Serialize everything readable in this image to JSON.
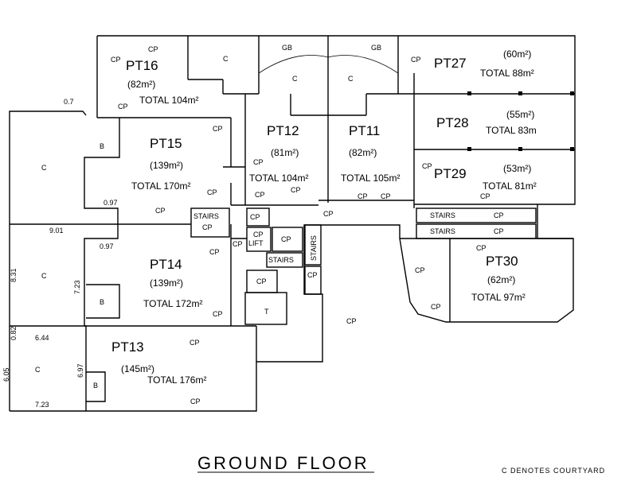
{
  "title": "GROUND FLOOR",
  "legend": "C DENOTES COURTYARD",
  "units": [
    {
      "id": "pt16",
      "name": "PT16",
      "area": "(82m²)",
      "total": "TOTAL 104m²"
    },
    {
      "id": "pt15",
      "name": "PT15",
      "area": "(139m²)",
      "total": "TOTAL 170m²"
    },
    {
      "id": "pt14",
      "name": "PT14",
      "area": "(139m²)",
      "total": "TOTAL 172m²"
    },
    {
      "id": "pt13",
      "name": "PT13",
      "area": "(145m²)",
      "total": "TOTAL 176m²"
    },
    {
      "id": "pt12",
      "name": "PT12",
      "area": "(81m²)",
      "total": "TOTAL 104m²"
    },
    {
      "id": "pt11",
      "name": "PT11",
      "area": "(82m²)",
      "total": "TOTAL 105m²"
    },
    {
      "id": "pt27",
      "name": "PT27",
      "area": "(60m²)",
      "total": "TOTAL 88m²"
    },
    {
      "id": "pt28",
      "name": "PT28",
      "area": "(55m²)",
      "total": "TOTAL 83m"
    },
    {
      "id": "pt29",
      "name": "PT29",
      "area": "(53m²)",
      "total": "TOTAL 81m²"
    },
    {
      "id": "pt30",
      "name": "PT30",
      "area": "(62m²)",
      "total": "TOTAL 97m²"
    }
  ],
  "labels": {
    "cp": "CP",
    "c": "C",
    "b": "B",
    "gb": "GB",
    "t": "T",
    "stairs": "STAIRS",
    "lift": "LIFT"
  },
  "dims": [
    "0.7",
    "0.97",
    "9.01",
    "0.97",
    "8.31",
    "7.23",
    "0.82",
    "6.44",
    "6.05",
    "6.97",
    "7.23"
  ]
}
